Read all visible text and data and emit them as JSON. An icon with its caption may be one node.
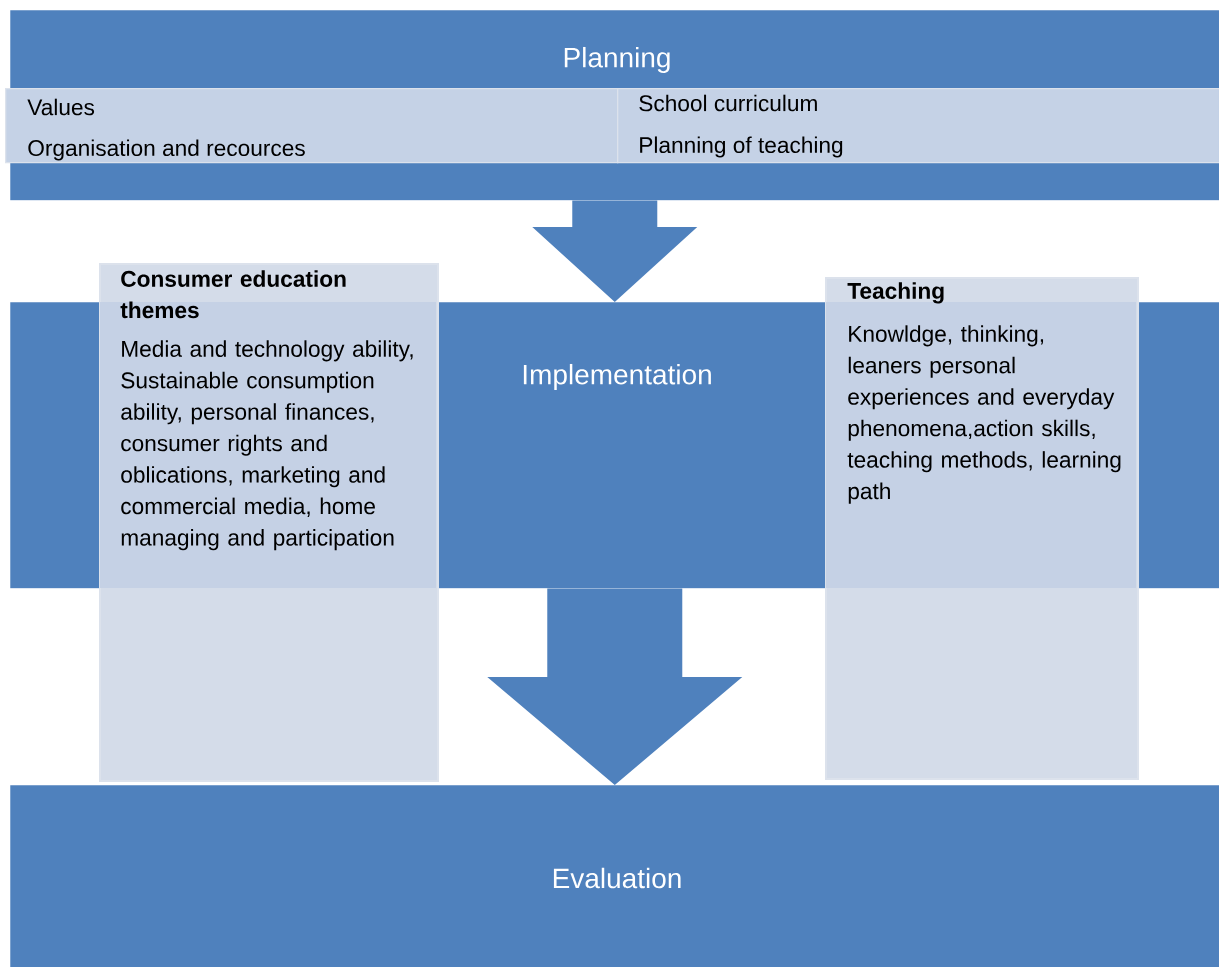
{
  "diagram": {
    "nodes": [
      {
        "text": [
          "Planning"
        ]
      },
      {
        "text": [
          "Values",
          "Organisation and recources"
        ],
        "in": 0
      },
      {
        "text": [
          "School curriculum",
          "Planning of teaching"
        ],
        "in": 0
      },
      {
        "text": [
          "Implementation"
        ]
      },
      {
        "text": [
          "Consumer education themes",
          "Media and technology ability, Sustainable consumption ability, personal finances, consumer rights and oblications, marketing and commercial media, home managing and participation"
        ]
      },
      {
        "text": [
          "Teaching",
          "Knowldge, thinking, leaners personal experiences and everyday phenomena,action skills, teaching methods, learning path"
        ]
      },
      {
        "text": [
          "Evaluation"
        ]
      }
    ],
    "edges": [
      {
        "from": 0,
        "to": 3,
        "arrow": "to"
      },
      {
        "from": 3,
        "to": 6,
        "arrow": "to"
      }
    ]
  }
}
